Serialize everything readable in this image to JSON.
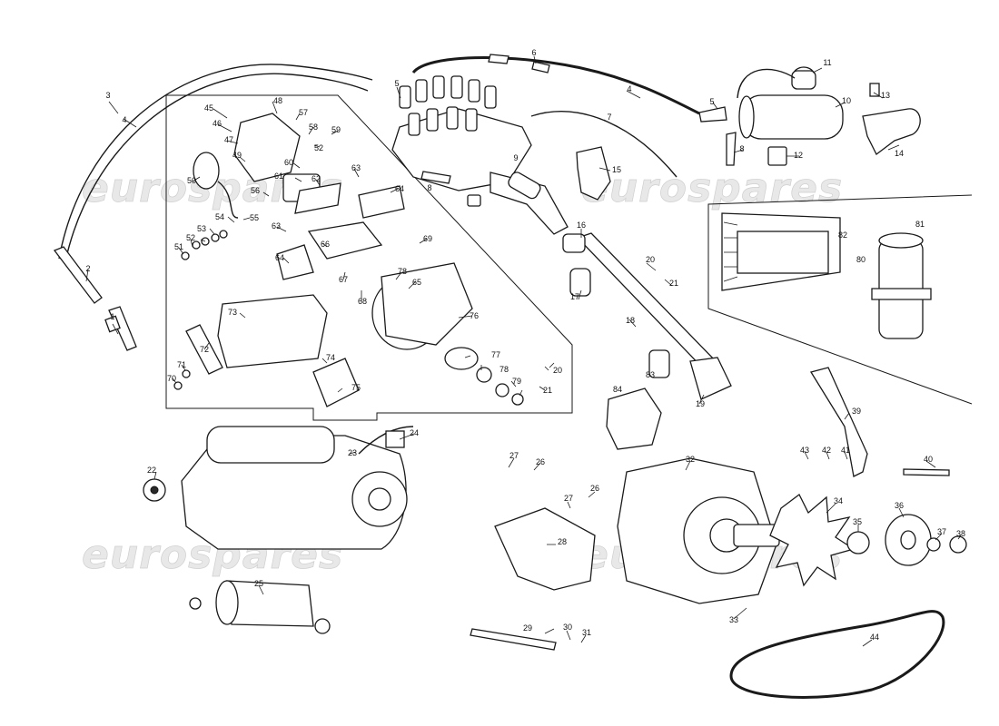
{
  "watermark": "eurospares",
  "callouts": [
    {
      "id": "c1",
      "label": "1"
    },
    {
      "id": "c2",
      "label": "2"
    },
    {
      "id": "c3",
      "label": "3"
    },
    {
      "id": "c4a",
      "label": "4"
    },
    {
      "id": "c4b",
      "label": "4"
    },
    {
      "id": "c5a",
      "label": "5"
    },
    {
      "id": "c5b",
      "label": "5"
    },
    {
      "id": "c6",
      "label": "6"
    },
    {
      "id": "c7",
      "label": "7"
    },
    {
      "id": "c8a",
      "label": "8"
    },
    {
      "id": "c8b",
      "label": "8"
    },
    {
      "id": "c9",
      "label": "9"
    },
    {
      "id": "c10",
      "label": "10"
    },
    {
      "id": "c11",
      "label": "11"
    },
    {
      "id": "c12",
      "label": "12"
    },
    {
      "id": "c13",
      "label": "13"
    },
    {
      "id": "c14",
      "label": "14"
    },
    {
      "id": "c15",
      "label": "15"
    },
    {
      "id": "c16",
      "label": "16"
    },
    {
      "id": "c17",
      "label": "17"
    },
    {
      "id": "c18",
      "label": "18"
    },
    {
      "id": "c19",
      "label": "19"
    },
    {
      "id": "c20a",
      "label": "20"
    },
    {
      "id": "c20b",
      "label": "20"
    },
    {
      "id": "c21a",
      "label": "21"
    },
    {
      "id": "c21b",
      "label": "21"
    },
    {
      "id": "c22",
      "label": "22"
    },
    {
      "id": "c23",
      "label": "23"
    },
    {
      "id": "c24",
      "label": "24"
    },
    {
      "id": "c25",
      "label": "25"
    },
    {
      "id": "c26a",
      "label": "26"
    },
    {
      "id": "c26b",
      "label": "26"
    },
    {
      "id": "c27a",
      "label": "27"
    },
    {
      "id": "c27b",
      "label": "27"
    },
    {
      "id": "c28",
      "label": "28"
    },
    {
      "id": "c29",
      "label": "29"
    },
    {
      "id": "c30",
      "label": "30"
    },
    {
      "id": "c31",
      "label": "31"
    },
    {
      "id": "c32",
      "label": "32"
    },
    {
      "id": "c33",
      "label": "33"
    },
    {
      "id": "c34",
      "label": "34"
    },
    {
      "id": "c35",
      "label": "35"
    },
    {
      "id": "c36",
      "label": "36"
    },
    {
      "id": "c37",
      "label": "37"
    },
    {
      "id": "c38",
      "label": "38"
    },
    {
      "id": "c39",
      "label": "39"
    },
    {
      "id": "c40",
      "label": "40"
    },
    {
      "id": "c41",
      "label": "41"
    },
    {
      "id": "c42",
      "label": "42"
    },
    {
      "id": "c43",
      "label": "43"
    },
    {
      "id": "c44",
      "label": "44"
    },
    {
      "id": "c45",
      "label": "45"
    },
    {
      "id": "c46",
      "label": "46"
    },
    {
      "id": "c47",
      "label": "47"
    },
    {
      "id": "c48",
      "label": "48"
    },
    {
      "id": "c49",
      "label": "49"
    },
    {
      "id": "c50",
      "label": "50"
    },
    {
      "id": "c51",
      "label": "51"
    },
    {
      "id": "c52a",
      "label": "52"
    },
    {
      "id": "c52b",
      "label": "52"
    },
    {
      "id": "c53",
      "label": "53"
    },
    {
      "id": "c54",
      "label": "54"
    },
    {
      "id": "c55",
      "label": "55"
    },
    {
      "id": "c56",
      "label": "56"
    },
    {
      "id": "c57",
      "label": "57"
    },
    {
      "id": "c58",
      "label": "58"
    },
    {
      "id": "c59",
      "label": "59"
    },
    {
      "id": "c60",
      "label": "60"
    },
    {
      "id": "c61",
      "label": "61"
    },
    {
      "id": "c62",
      "label": "62"
    },
    {
      "id": "c63a",
      "label": "63"
    },
    {
      "id": "c63b",
      "label": "63"
    },
    {
      "id": "c64a",
      "label": "64"
    },
    {
      "id": "c64b",
      "label": "64"
    },
    {
      "id": "c65",
      "label": "65"
    },
    {
      "id": "c66",
      "label": "66"
    },
    {
      "id": "c67",
      "label": "67"
    },
    {
      "id": "c68",
      "label": "68"
    },
    {
      "id": "c69",
      "label": "69"
    },
    {
      "id": "c70",
      "label": "70"
    },
    {
      "id": "c71",
      "label": "71"
    },
    {
      "id": "c72",
      "label": "72"
    },
    {
      "id": "c73",
      "label": "73"
    },
    {
      "id": "c74",
      "label": "74"
    },
    {
      "id": "c75",
      "label": "75"
    },
    {
      "id": "c76",
      "label": "76"
    },
    {
      "id": "c77",
      "label": "77"
    },
    {
      "id": "c78a",
      "label": "78"
    },
    {
      "id": "c78b",
      "label": "78"
    },
    {
      "id": "c79",
      "label": "79"
    },
    {
      "id": "c80",
      "label": "80"
    },
    {
      "id": "c81",
      "label": "81"
    },
    {
      "id": "c82",
      "label": "82"
    },
    {
      "id": "c83",
      "label": "83"
    },
    {
      "id": "c84",
      "label": "84"
    }
  ]
}
